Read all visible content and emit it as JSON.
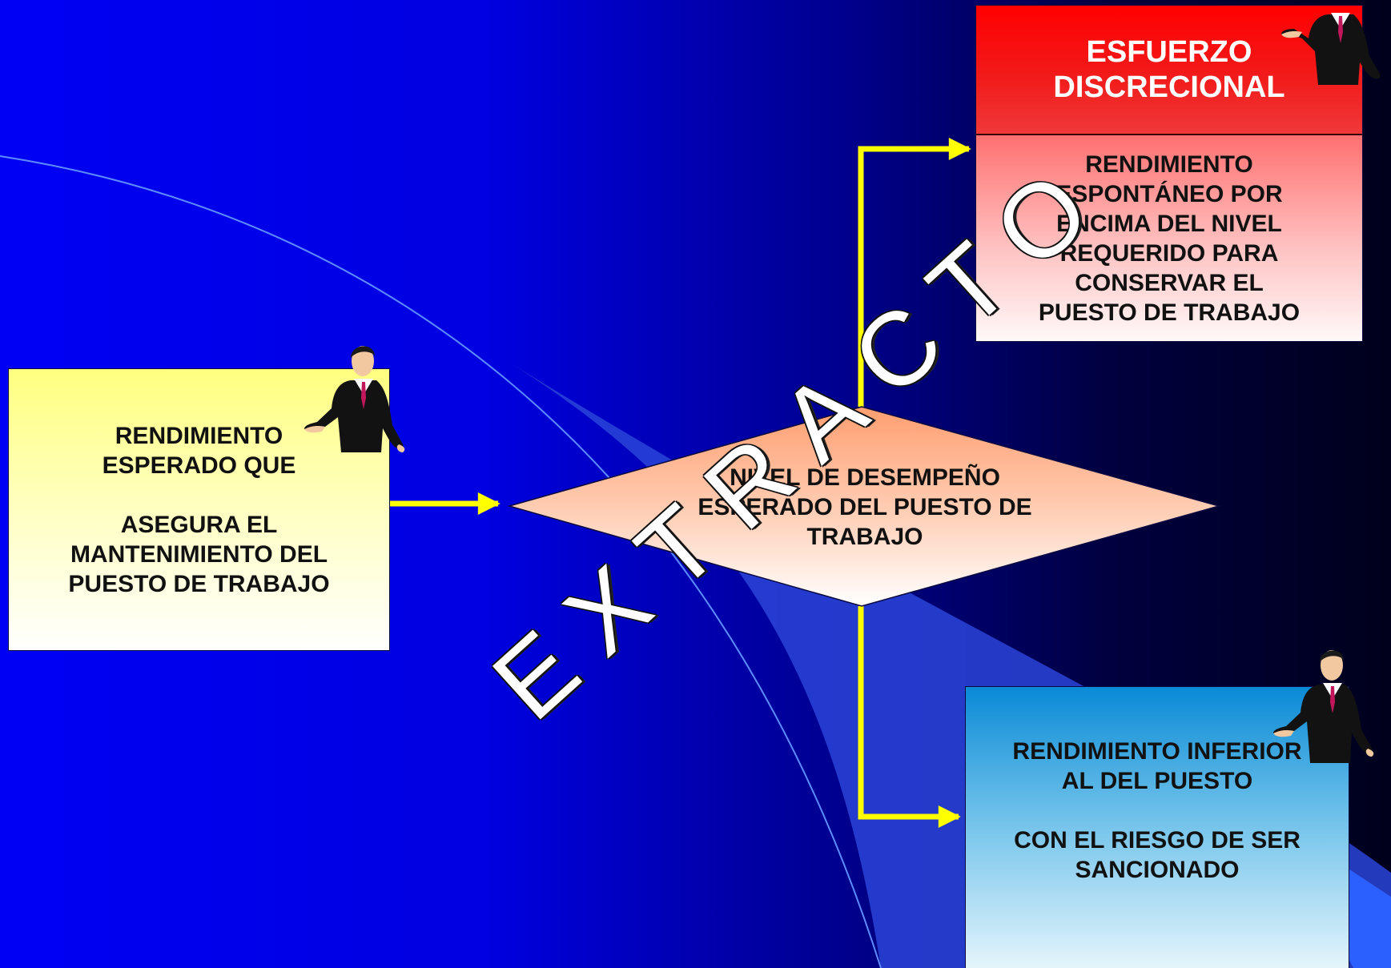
{
  "slide": {
    "left_box": {
      "line1": "RENDIMIENTO\nESPERADO QUE",
      "line2": "ASEGURA EL\nMANTENIMIENTO DEL\nPUESTO DE TRABAJO"
    },
    "center_decision": {
      "text": "NIVEL DE DESEMPEÑO\nESPERADO DEL PUESTO DE\nTRABAJO"
    },
    "top_box": {
      "title": "ESFUERZO\nDISCRECIONAL",
      "body": "RENDIMIENTO\nESPONTÁNEO POR\nENCIMA DEL NIVEL\nREQUERIDO PARA\nCONSERVAR EL\nPUESTO DE TRABAJO"
    },
    "bottom_box": {
      "line1": "RENDIMIENTO INFERIOR\nAL DEL PUESTO",
      "line2": "CON EL RIESGO DE SER\nSANCIONADO"
    },
    "watermark": "EXTRACTO"
  },
  "colors": {
    "background_start": "#0000f4",
    "background_end": "#00001c",
    "arrow": "#ffff00",
    "top_title_fill": "#ff0000",
    "left_box_fill": "#ffff80",
    "bottom_box_fill": "#0a8ad6",
    "diamond_fill": "#ffb088"
  },
  "icons": [
    "businessman-pointing-icon"
  ]
}
